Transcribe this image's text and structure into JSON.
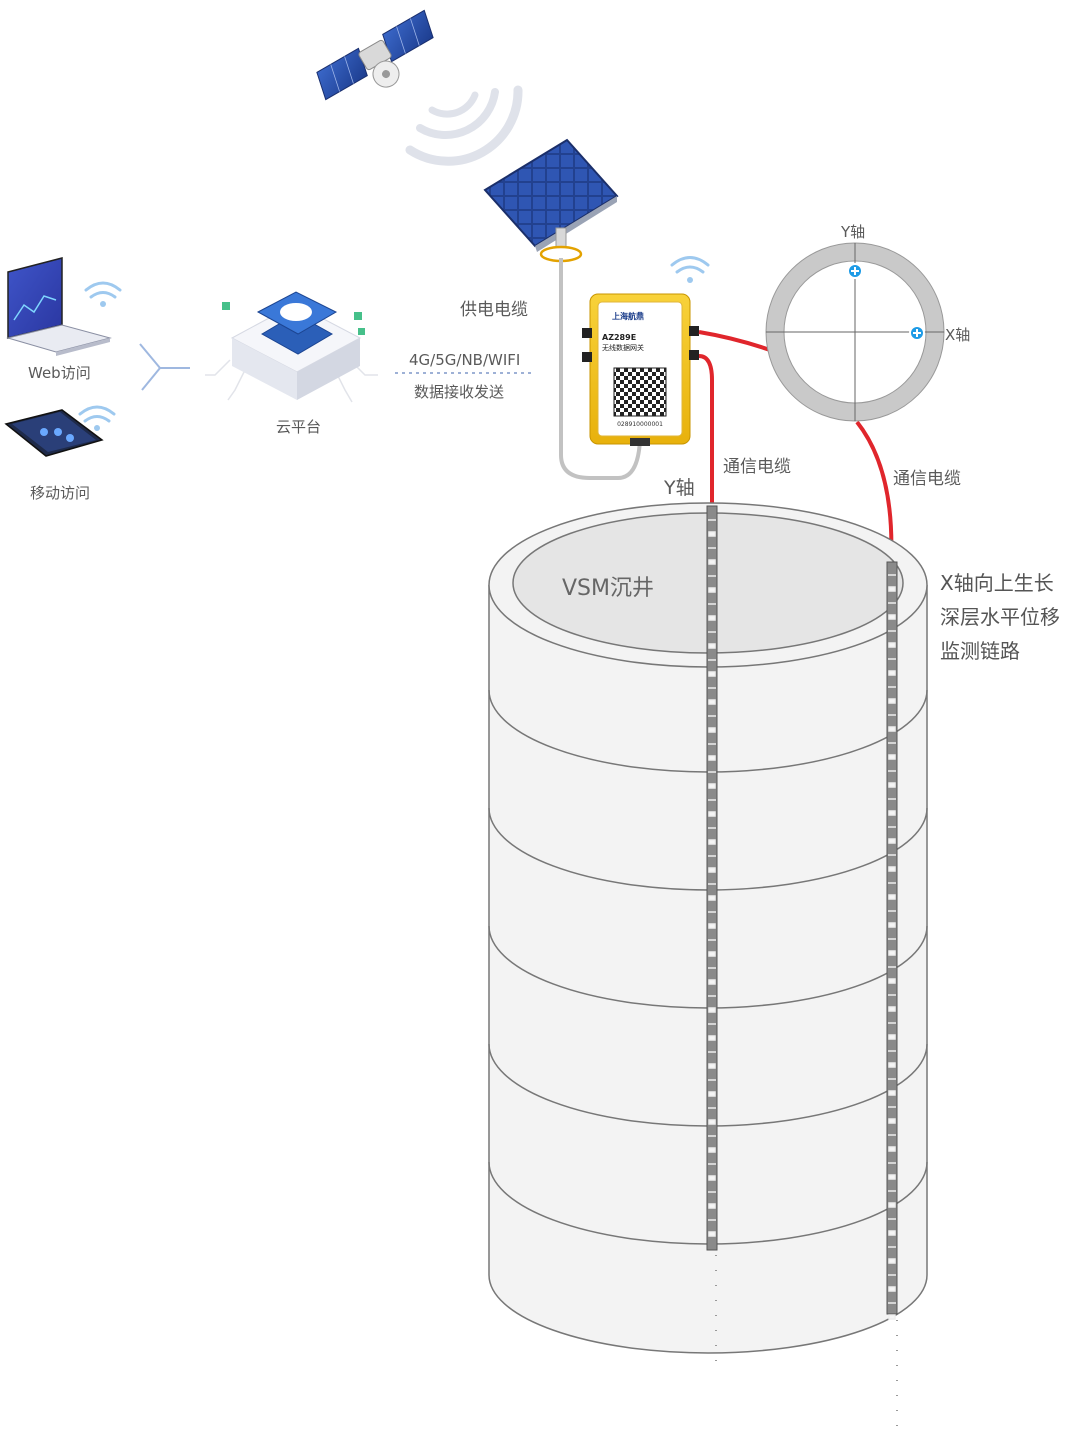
{
  "labels": {
    "web_access": "Web访问",
    "mobile_access": "移动访问",
    "cloud_platform": "云平台",
    "network_protocols": "4G/5G/NB/WIFI",
    "data_transfer": "数据接收发送",
    "power_cable": "供电电缆",
    "comm_cable_left": "通信电缆",
    "comm_cable_right": "通信电缆",
    "y_axis_top": "Y轴",
    "x_axis_right": "X轴",
    "y_axis_well": "Y轴",
    "well_name": "VSM沉井",
    "x_axis_desc": [
      "X轴向上生长",
      "深层水平位移",
      "监测链路"
    ]
  },
  "gateway": {
    "brand": "上海航鼎",
    "model": "AZ289E",
    "name": "无线数据网关",
    "serial": "028910000001"
  },
  "colors": {
    "cable_red": "#e0262c",
    "gateway_yellow": "#f5c518",
    "ring_gray": "#c9c9c9",
    "axis_marker_blue": "#1e9be6",
    "cloud_blue": "#2b5fb8",
    "well_fill": "#f3f3f3",
    "well_stroke": "#777777"
  },
  "icons": [
    "satellite-icon",
    "wifi-icon",
    "solar-panel-icon",
    "laptop-icon",
    "phone-icon",
    "cloud-server-icon",
    "qr-code-icon"
  ]
}
